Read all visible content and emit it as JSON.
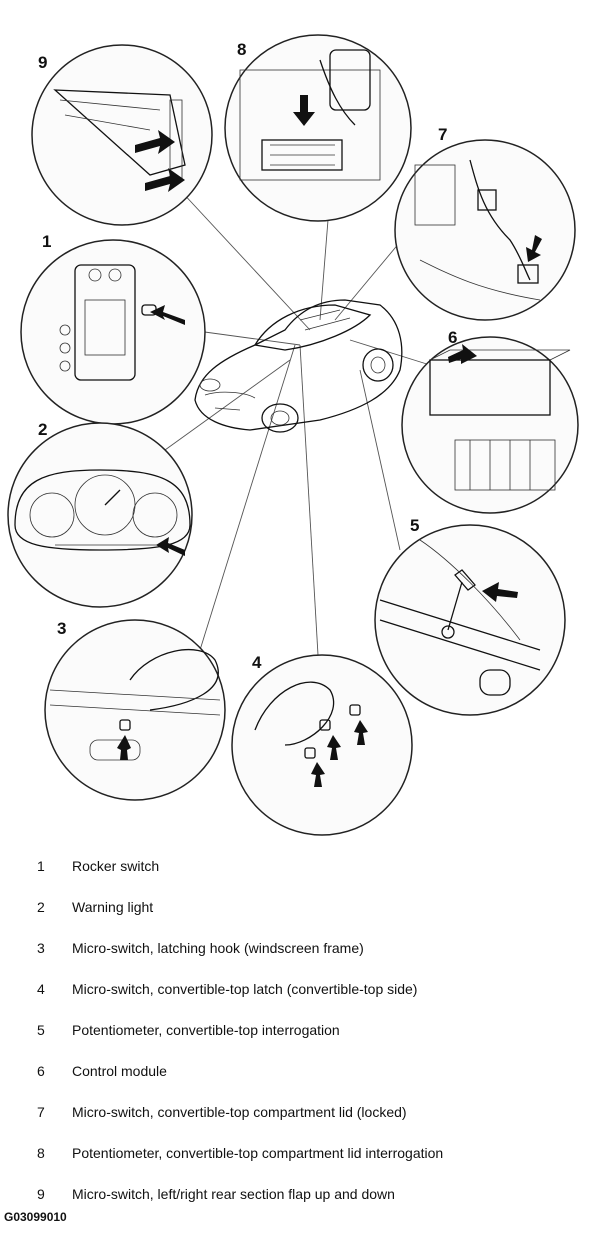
{
  "callouts": [
    {
      "num": "1",
      "label": "Rocker switch"
    },
    {
      "num": "2",
      "label": "Warning light"
    },
    {
      "num": "3",
      "label": "Micro-switch, latching hook (windscreen frame)"
    },
    {
      "num": "4",
      "label": "Micro-switch, convertible-top latch (convertible-top side)"
    },
    {
      "num": "5",
      "label": "Potentiometer, convertible-top interrogation"
    },
    {
      "num": "6",
      "label": "Control module"
    },
    {
      "num": "7",
      "label": "Micro-switch, convertible-top compartment lid (locked)"
    },
    {
      "num": "8",
      "label": "Potentiometer, convertible-top compartment lid interrogation"
    },
    {
      "num": "9",
      "label": "Micro-switch, left/right rear section flap up and down"
    }
  ],
  "figure_code": "G03099010"
}
